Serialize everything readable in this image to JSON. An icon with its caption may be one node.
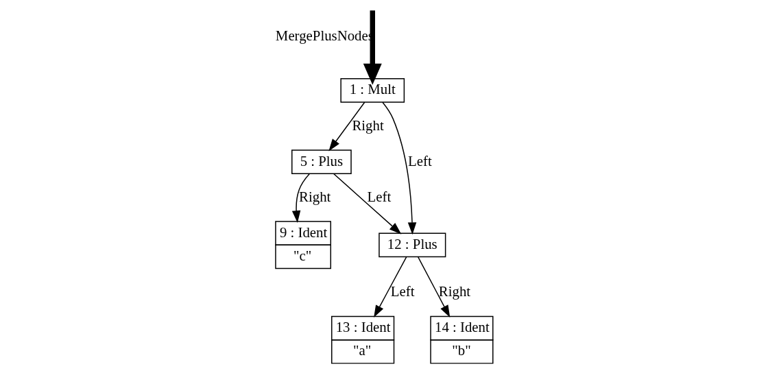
{
  "diagram": {
    "nodes": [
      {
        "text": [
          "1 : Mult"
        ]
      },
      {
        "text": [
          "5 : Plus"
        ]
      },
      {
        "text": [
          "12 : Plus"
        ]
      },
      {
        "text": [
          "9 : Ident",
          "\"c\""
        ]
      },
      {
        "text": [
          "13 : Ident",
          "\"a\""
        ]
      },
      {
        "text": [
          "14 : Ident",
          "\"b\""
        ]
      }
    ],
    "edges": [
      {
        "from": null,
        "to": 0,
        "arrow": "to",
        "style": "thick",
        "label": "MergePlusNodes"
      },
      {
        "from": 0,
        "to": 2,
        "arrow": "to",
        "label": "Left"
      },
      {
        "from": 0,
        "to": 1,
        "arrow": "to",
        "label": "Right"
      },
      {
        "from": 1,
        "to": 2,
        "arrow": "to",
        "label": "Left"
      },
      {
        "from": 1,
        "to": 3,
        "arrow": "to",
        "label": "Right"
      },
      {
        "from": 2,
        "to": 4,
        "arrow": "to",
        "label": "Left"
      },
      {
        "from": 2,
        "to": 5,
        "arrow": "to",
        "label": "Right"
      }
    ]
  }
}
